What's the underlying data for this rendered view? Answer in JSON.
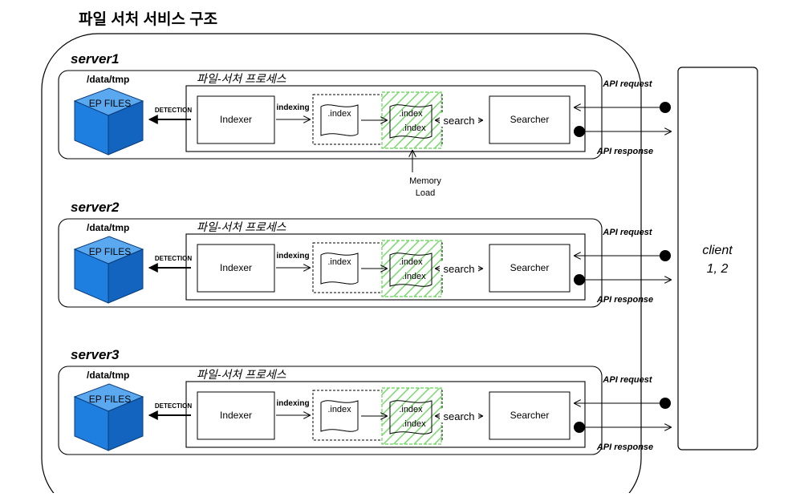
{
  "title": "파일 서처 서비스 구조",
  "client": {
    "line1": "client",
    "line2": "1, 2"
  },
  "servers": [
    {
      "name": "server1",
      "path": "/data/tmp",
      "ep_label": "EP FILES",
      "detection": "DETECTION",
      "process_label": "파일-서처 프로세스",
      "indexer": "Indexer",
      "indexing": "indexing",
      "index_file": ".index",
      "mem_index_top": ".index",
      "mem_index_bottom": ".index",
      "search": "search",
      "searcher": "Searcher",
      "api_request": "API request",
      "api_response": "API response"
    },
    {
      "name": "server2",
      "path": "/data/tmp",
      "ep_label": "EP FILES",
      "detection": "DETECTION",
      "process_label": "파일-서처 프로세스",
      "indexer": "Indexer",
      "indexing": "indexing",
      "index_file": ".index",
      "mem_index_top": ".index",
      "mem_index_bottom": ".index",
      "search": "search",
      "searcher": "Searcher",
      "api_request": "API request",
      "api_response": "API response"
    },
    {
      "name": "server3",
      "path": "/data/tmp",
      "ep_label": "EP FILES",
      "detection": "DETECTION",
      "process_label": "파일-서처 프로세스",
      "indexer": "Indexer",
      "indexing": "indexing",
      "index_file": ".index",
      "mem_index_top": ".index",
      "mem_index_bottom": ".index",
      "search": "search",
      "searcher": "Searcher",
      "api_request": "API request",
      "api_response": "API response"
    }
  ],
  "memory_load": {
    "line1": "Memory",
    "line2": "Load"
  },
  "colors": {
    "cube_front": "#1e7fe0",
    "cube_top": "#5aa8f0",
    "cube_side": "#1264bf",
    "cube_stroke": "#0a3d7a",
    "memory_hatch": "#7ad86e"
  }
}
